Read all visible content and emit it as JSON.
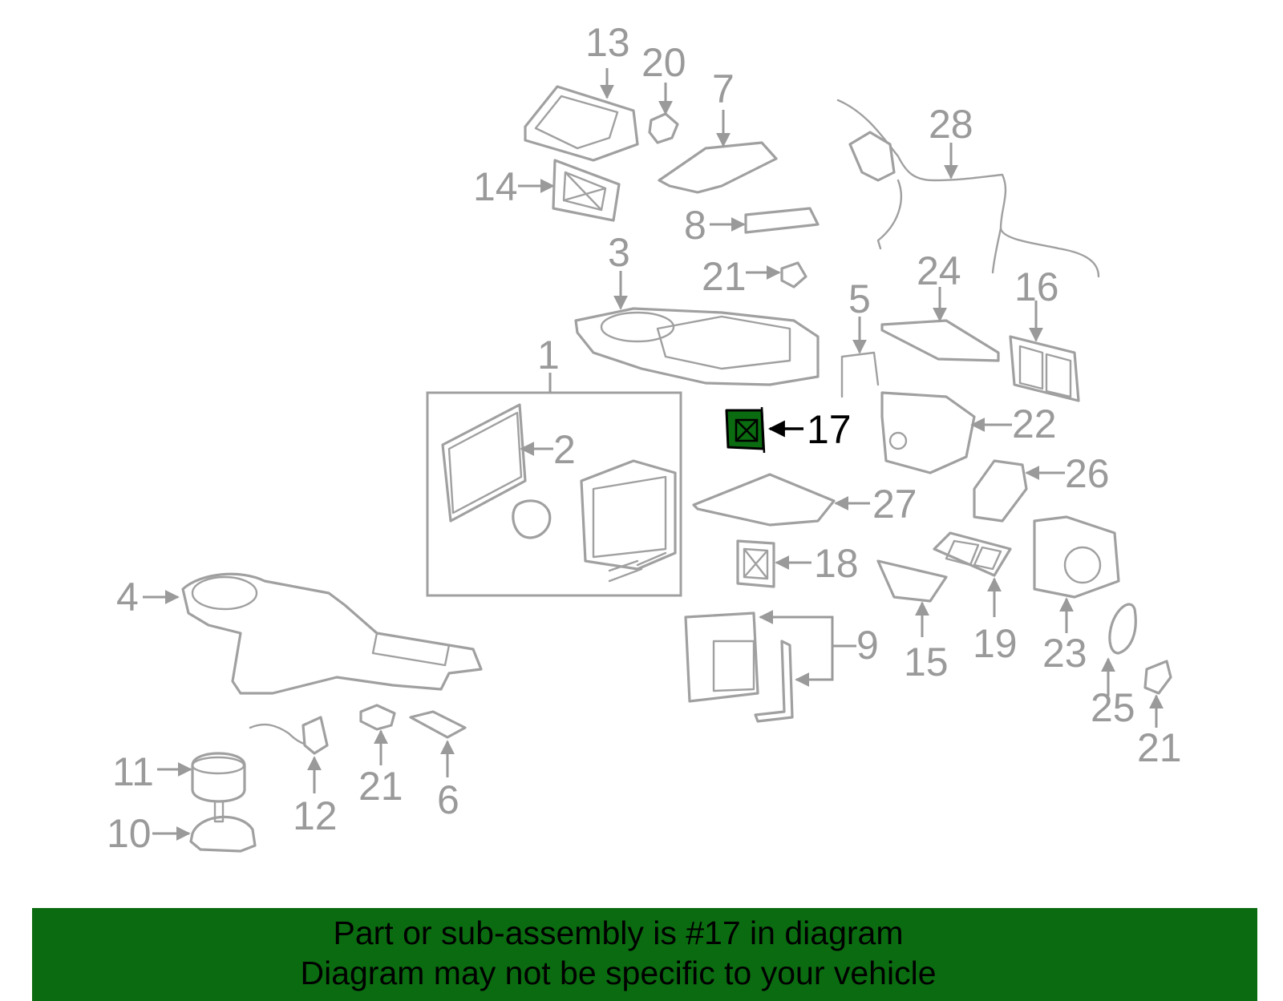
{
  "diagram": {
    "highlight_color": "#0b6b10",
    "line_color": "#a0a0a0",
    "highlighted_part": "17",
    "callouts": {
      "c1": "1",
      "c2": "2",
      "c3": "3",
      "c4": "4",
      "c5": "5",
      "c6": "6",
      "c7": "7",
      "c8": "8",
      "c9": "9",
      "c10": "10",
      "c11": "11",
      "c12": "12",
      "c13": "13",
      "c14": "14",
      "c15": "15",
      "c16": "16",
      "c17": "17",
      "c18": "18",
      "c19": "19",
      "c20": "20",
      "c21a": "21",
      "c21b": "21",
      "c21c": "21",
      "c22": "22",
      "c23": "23",
      "c24": "24",
      "c25": "25",
      "c26": "26",
      "c27": "27",
      "c28": "28"
    }
  },
  "banner": {
    "line1": "Part or sub-assembly is #17 in diagram",
    "line2": "Diagram may not be specific to your vehicle"
  }
}
